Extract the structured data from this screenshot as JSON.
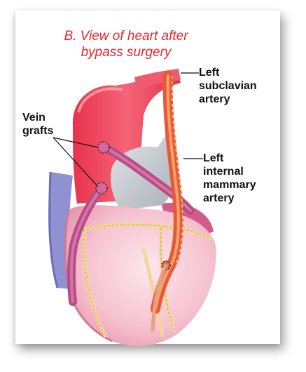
{
  "title": {
    "line1": "B. View of heart after",
    "line2": "bypass surgery"
  },
  "labels": {
    "vein_grafts": {
      "line1": "Vein",
      "line2": "grafts"
    },
    "left_subclavian": {
      "line1": "Left",
      "line2": "subclavian",
      "line3": "artery"
    },
    "left_internal_mammary": {
      "line1": "Left",
      "line2": "internal",
      "line3": "mammary",
      "line4": "artery"
    }
  },
  "colors": {
    "title": "#e8262c",
    "aorta": "#f0485e",
    "heart": "#f7c3cf",
    "vein_graft": "#c2578f",
    "mammary_artery": "#e85a35",
    "fat": "#f2d79a",
    "vena_cava": "#8e90d0",
    "pulmonary": "#c8cdd2"
  }
}
